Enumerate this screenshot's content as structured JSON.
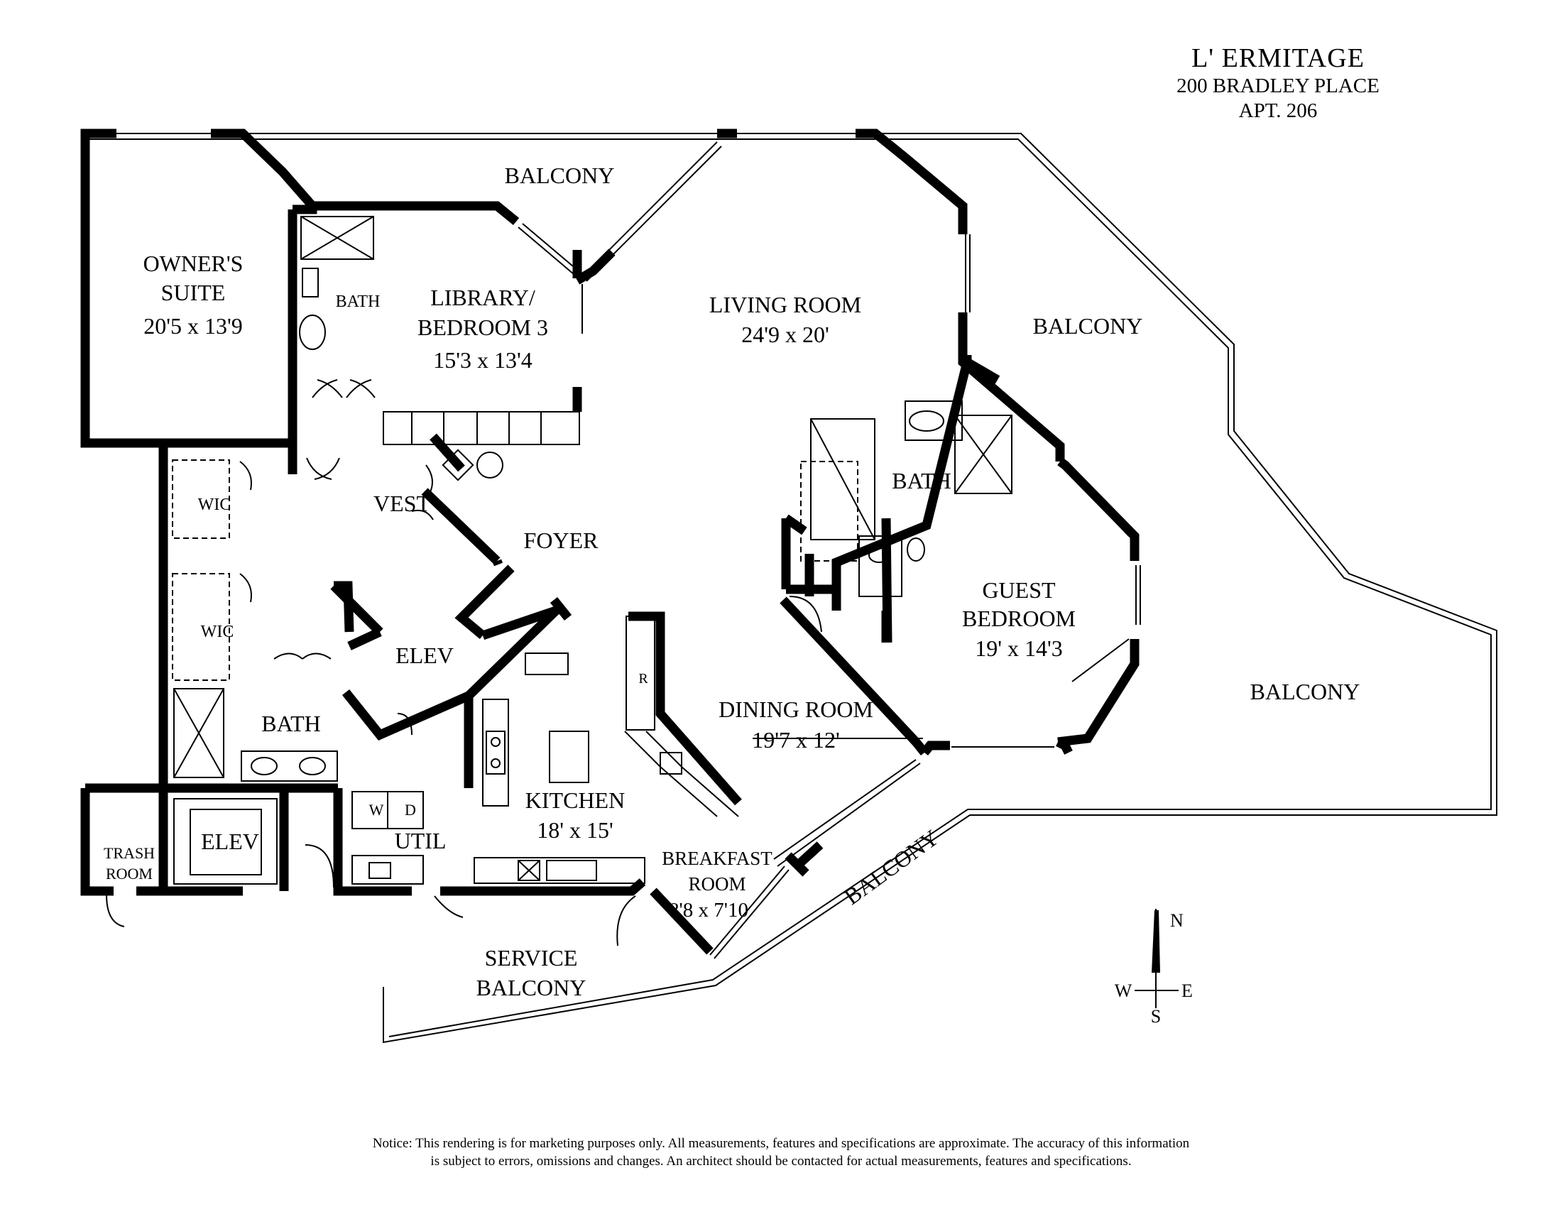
{
  "header": {
    "name": "L' ERMITAGE",
    "address": "200 BRADLEY PLACE",
    "unit": "APT. 206"
  },
  "rooms": {
    "owners_suite": {
      "name_1": "OWNER'S",
      "name_2": "SUITE",
      "size": "20'5 x 13'9"
    },
    "library": {
      "name_1": "LIBRARY/",
      "name_2": "BEDROOM 3",
      "size": "15'3 x 13'4"
    },
    "living": {
      "name": "LIVING ROOM",
      "size": "24'9 x 20'"
    },
    "guest": {
      "name_1": "GUEST",
      "name_2": "BEDROOM",
      "size": "19' x 14'3"
    },
    "dining": {
      "name": "DINING ROOM",
      "size": "19'7 x 12'"
    },
    "kitchen": {
      "name": "KITCHEN",
      "size": "18' x 15'"
    },
    "breakfast": {
      "name_1": "BREAKFAST",
      "name_2": "ROOM",
      "size": "8'8 x 7'10"
    },
    "service_balcony": {
      "name_1": "SERVICE",
      "name_2": "BALCONY"
    },
    "trash": {
      "name_1": "TRASH",
      "name_2": "ROOM"
    }
  },
  "labels": {
    "balcony": "BALCONY",
    "bath": "BATH",
    "wic": "WIC",
    "vest": "VEST",
    "foyer": "FOYER",
    "elev": "ELEV",
    "util": "UTIL",
    "washer": "W",
    "dryer": "D",
    "refrigerator": "R"
  },
  "compass": {
    "n": "N",
    "s": "S",
    "e": "E",
    "w": "W"
  },
  "notice": {
    "line1": "Notice: This rendering is for marketing purposes only. All measurements, features and specifications are approximate. The accuracy of this information",
    "line2": "is subject to errors, omissions and changes. An architect should be contacted for actual measurements, features and specifications."
  }
}
